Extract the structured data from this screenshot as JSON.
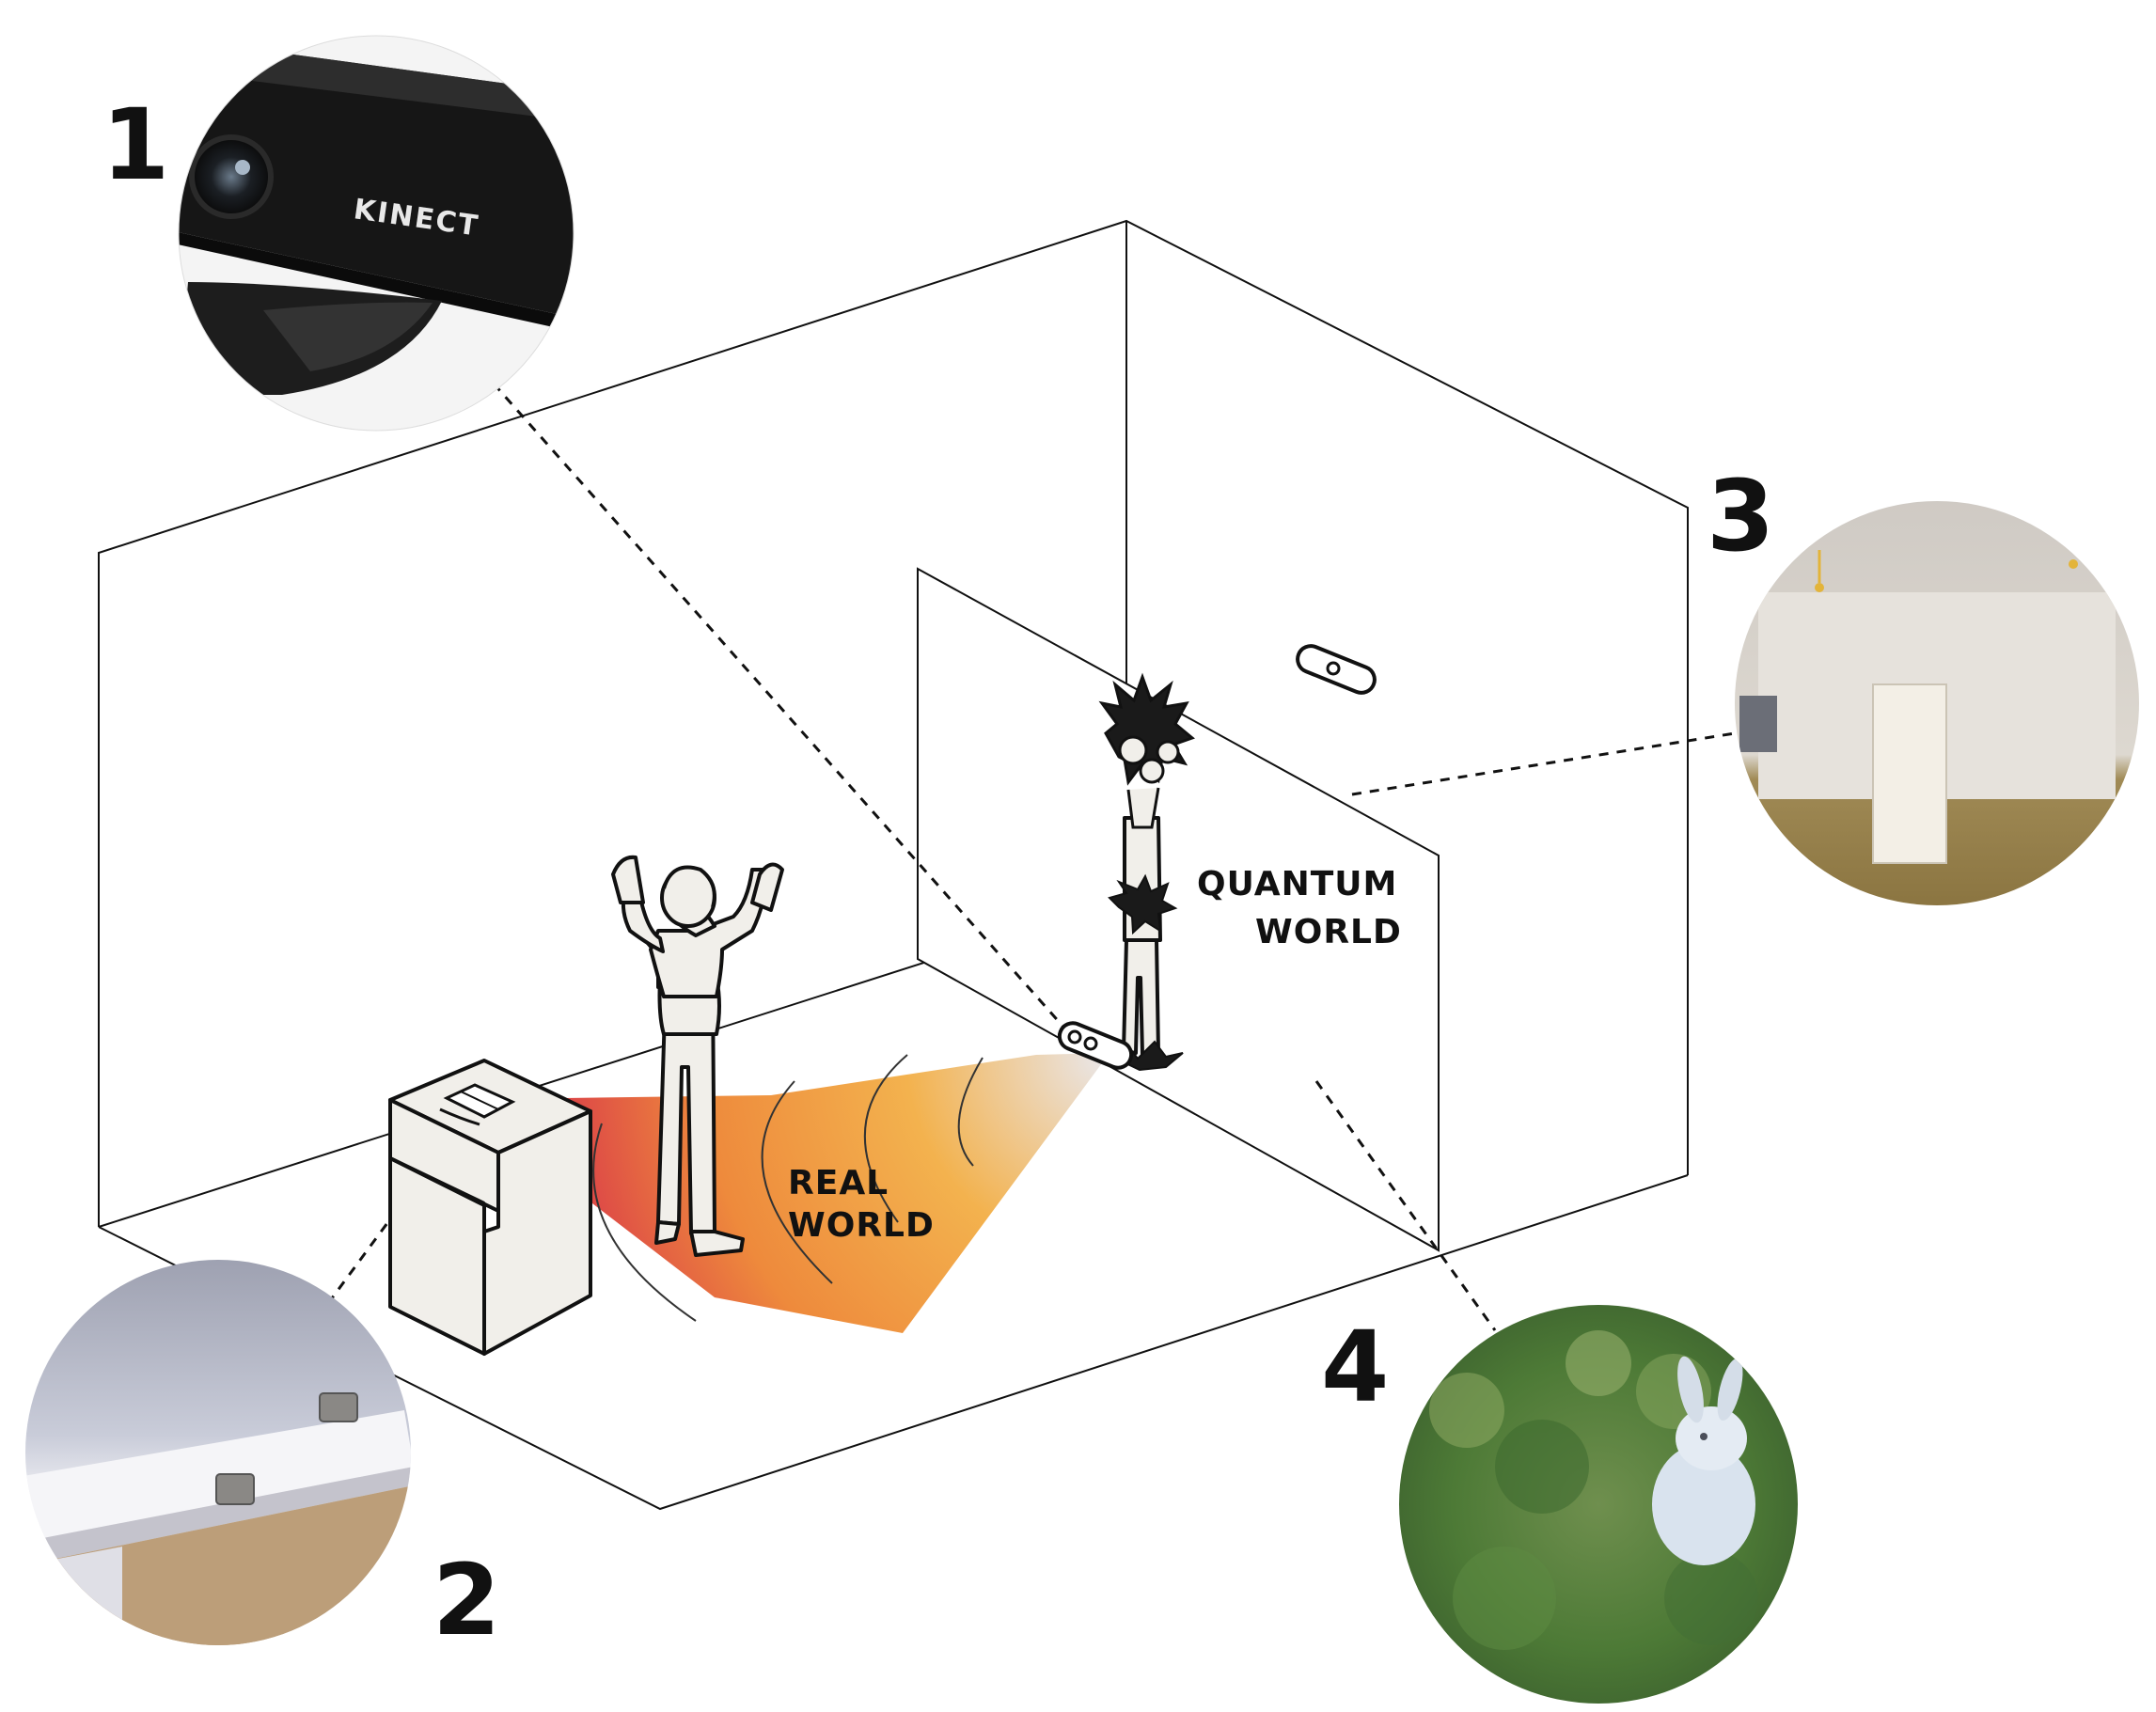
{
  "callouts": [
    {
      "number": "1",
      "subject": "kinect-sensor-photo"
    },
    {
      "number": "2",
      "subject": "podium-magnets-photo"
    },
    {
      "number": "3",
      "subject": "room-setup-photo"
    },
    {
      "number": "4",
      "subject": "projected-rabbit-photo"
    }
  ],
  "labels": {
    "kinect_text": "KINECT",
    "quantum_line1": "QUANTUM",
    "quantum_line2": "WORLD",
    "real_line1": "REAL",
    "real_line2": "WORLD"
  },
  "colors": {
    "gradient_hot": "#d8344a",
    "gradient_warm": "#f3a142",
    "gradient_fade": "#e9e8ee",
    "line": "#111111",
    "figure_fill": "#f1efea"
  }
}
